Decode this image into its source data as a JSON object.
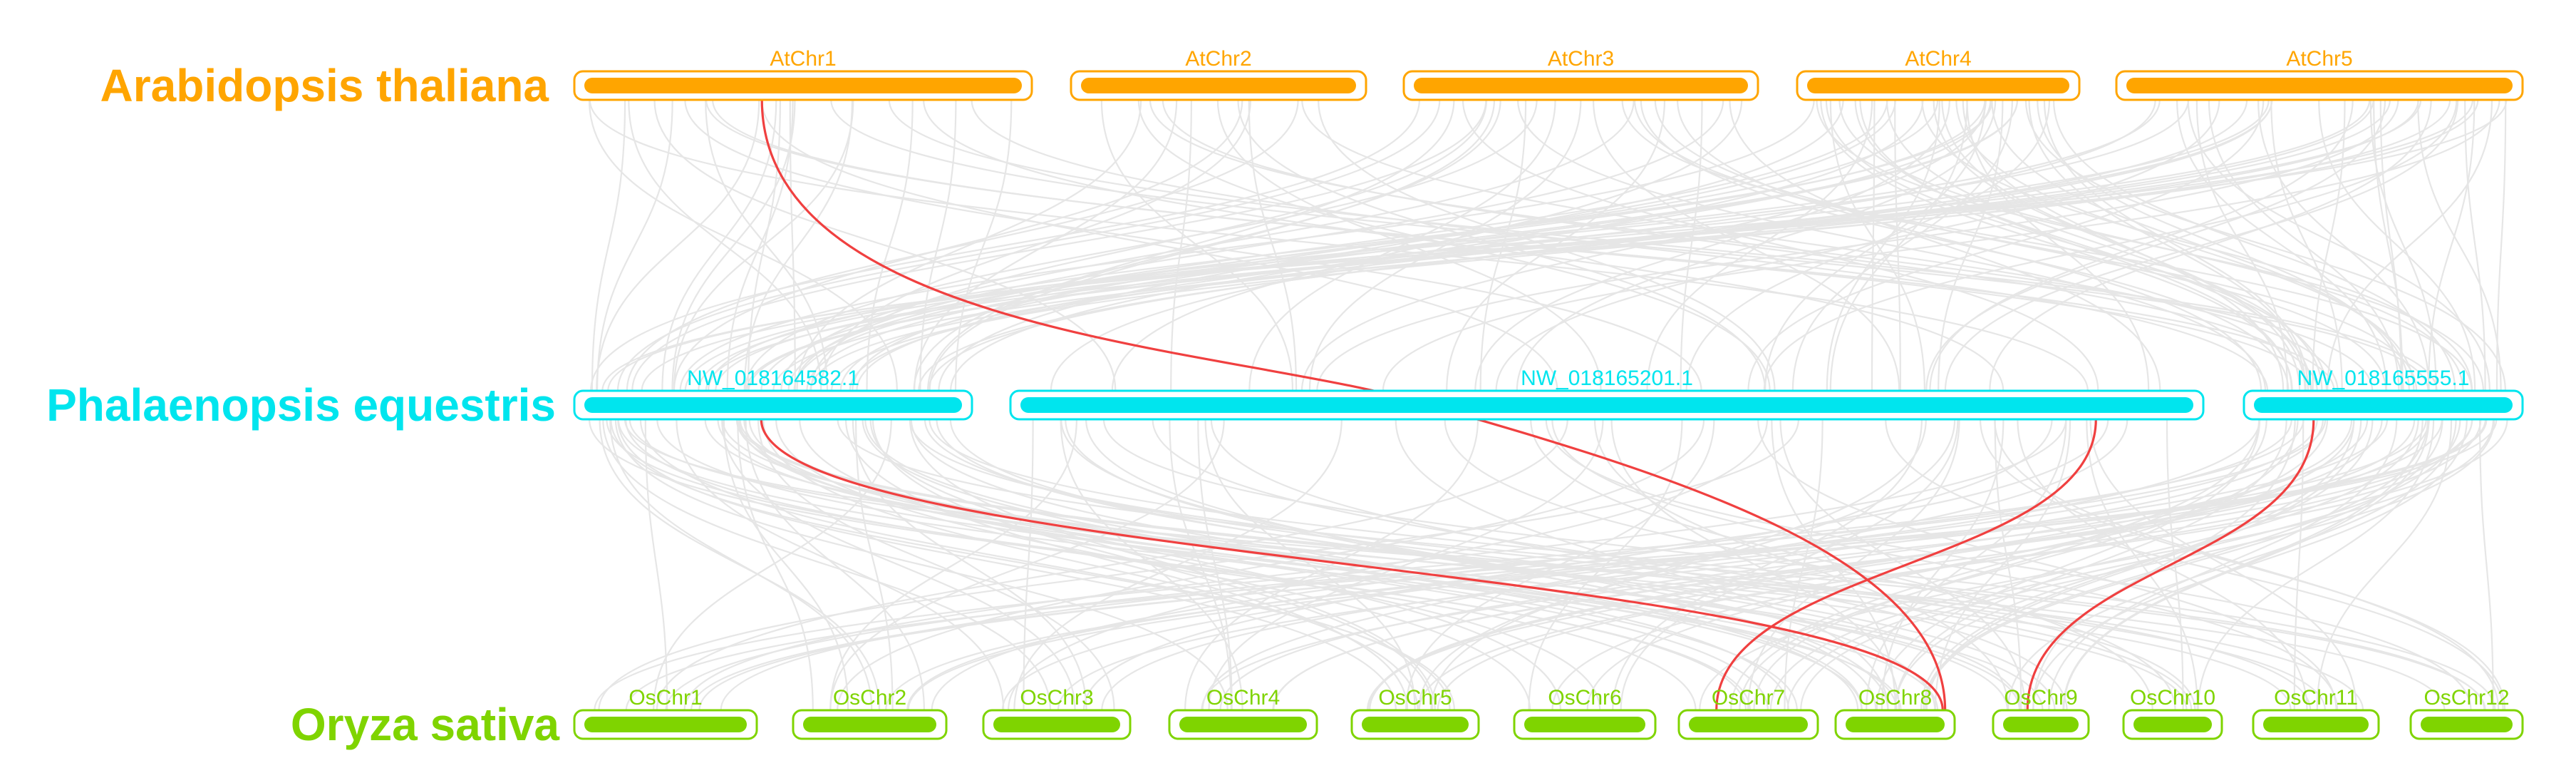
{
  "species": [
    {
      "name": "Arabidopsis thaliana",
      "color": "#FFA500",
      "chromosomes": [
        {
          "name": "AtChr1"
        },
        {
          "name": "AtChr2"
        },
        {
          "name": "AtChr3"
        },
        {
          "name": "AtChr4"
        },
        {
          "name": "AtChr5"
        }
      ]
    },
    {
      "name": "Phalaenopsis equestris",
      "color": "#00E5EE",
      "chromosomes": [
        {
          "name": "NW_018164582.1"
        },
        {
          "name": "NW_018165201.1"
        },
        {
          "name": "NW_018165555.1"
        }
      ]
    },
    {
      "name": "Oryza sativa",
      "color": "#7FD400",
      "chromosomes": [
        {
          "name": "OsChr1"
        },
        {
          "name": "OsChr2"
        },
        {
          "name": "OsChr3"
        },
        {
          "name": "OsChr4"
        },
        {
          "name": "OsChr5"
        },
        {
          "name": "OsChr6"
        },
        {
          "name": "OsChr7"
        },
        {
          "name": "OsChr8"
        },
        {
          "name": "OsChr9"
        },
        {
          "name": "OsChr10"
        },
        {
          "name": "OsChr11"
        },
        {
          "name": "OsChr12"
        }
      ]
    }
  ],
  "link_colors": {
    "background": "#E6E6E6",
    "highlight": "#F04040"
  },
  "highlighted_links": [
    {
      "from": "AtChr1",
      "to": "OsChr8"
    },
    {
      "from": "NW_018164582.1",
      "to": "OsChr8"
    },
    {
      "from": "NW_018165201.1",
      "to": "OsChr7"
    },
    {
      "from": "NW_018165555.1",
      "to": "OsChr9"
    }
  ]
}
